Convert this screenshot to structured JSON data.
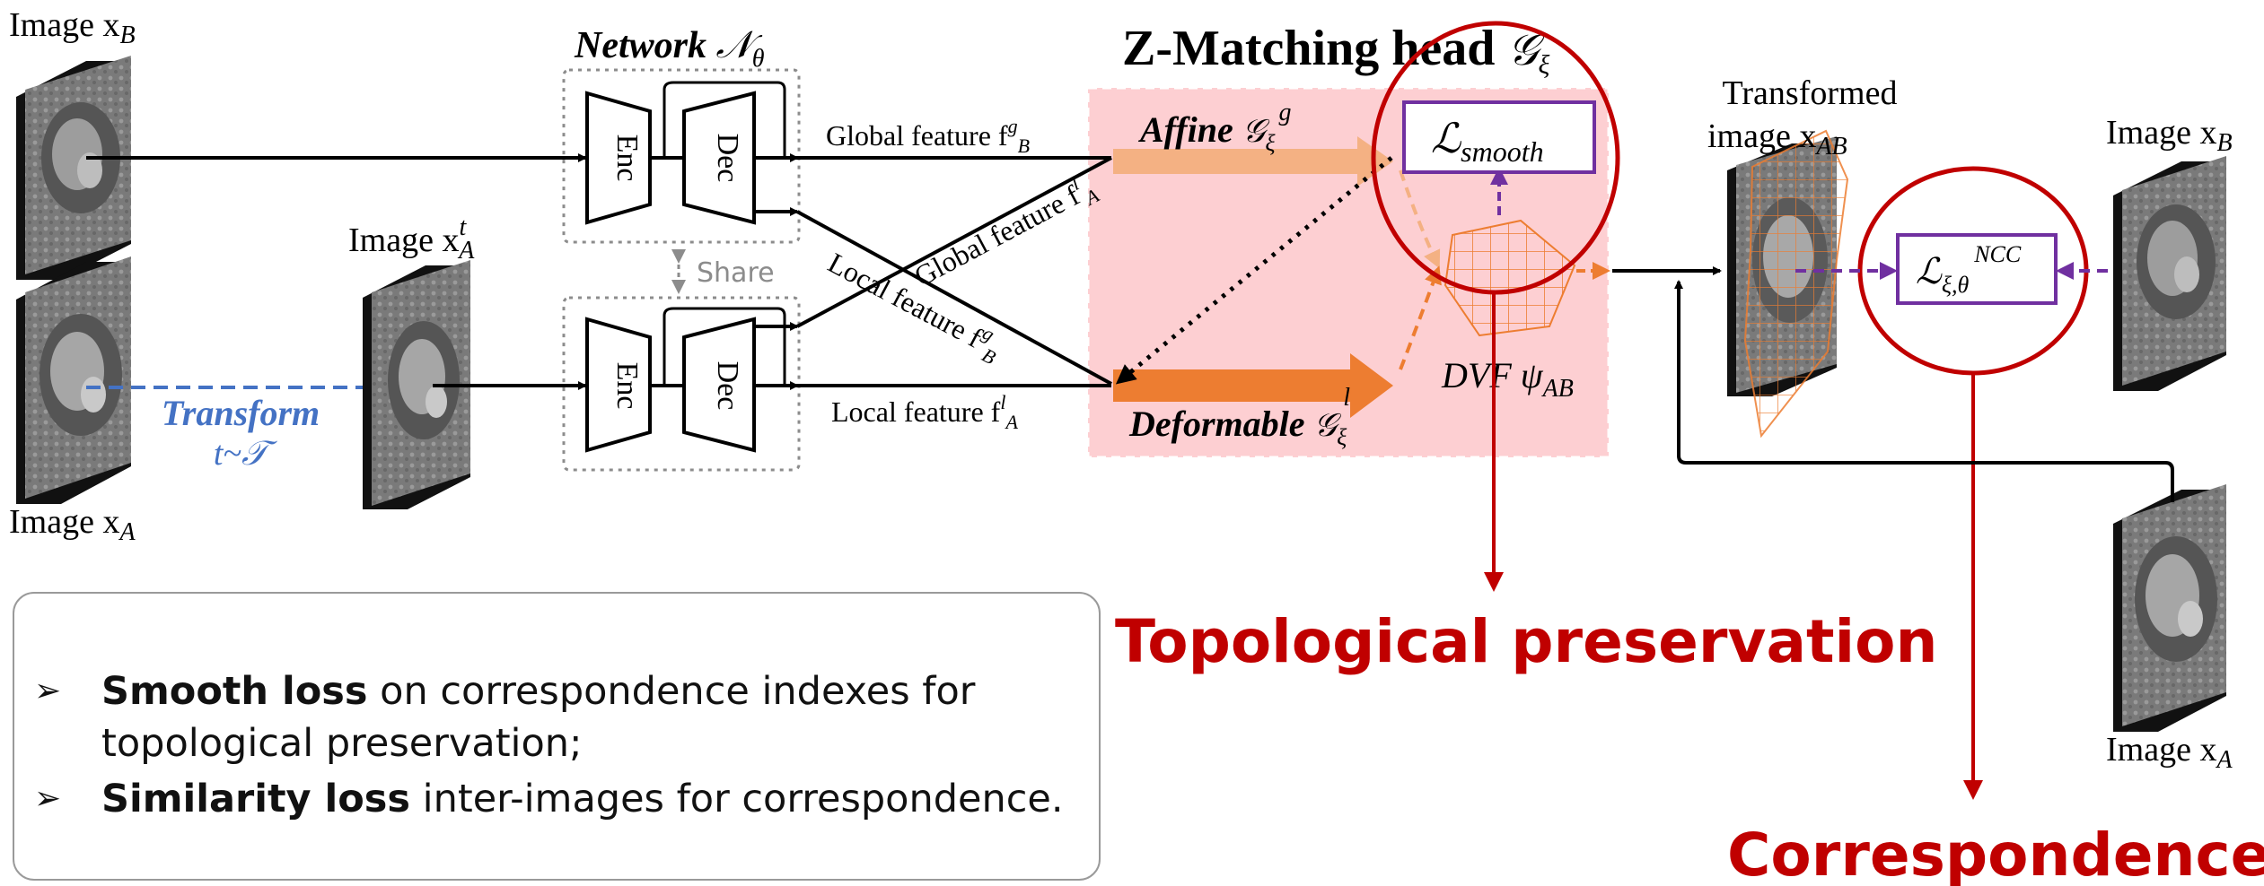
{
  "images": {
    "image_xb_left": "Image x",
    "image_xb_left_sub": "B",
    "image_xa_left": "Image x",
    "image_xa_left_sub": "A",
    "image_xta": "Image x",
    "image_xta_sup": "t",
    "image_xta_sub": "A",
    "transformed_line1": "Transformed",
    "transformed_line2": "image x",
    "transformed_sub": "AB",
    "image_xb_right": "Image x",
    "image_xb_right_sub": "B",
    "image_xa_right": "Image x",
    "image_xa_right_sub": "A"
  },
  "transform": {
    "label": "Transform",
    "sub": "t~𝒯"
  },
  "network": {
    "title": "Network",
    "symbol": "𝒩",
    "symbol_sub": "θ",
    "enc": "Enc",
    "dec": "Dec",
    "share": "Share"
  },
  "features": {
    "global_fgb": "Global feature f",
    "global_fgb_sup": "g",
    "global_fgb_sub": "B",
    "global_fla": "Global feature f",
    "global_fla_sup": "l",
    "global_fla_sub": "A",
    "local_fgb": "Local feature f",
    "local_fgb_sup": "g",
    "local_fgb_sub": "B",
    "local_fla": "Local feature f",
    "local_fla_sup": "l",
    "local_fla_sub": "A"
  },
  "zhead": {
    "title": "Z-Matching head",
    "title_symbol": "𝒢",
    "title_symbol_sub": "ξ",
    "affine": "Affine",
    "affine_symbol": "𝒢",
    "affine_sub": "ξ",
    "affine_sup": "g",
    "deformable": "Deformable",
    "deformable_symbol": "𝒢",
    "deformable_sub": "ξ",
    "deformable_sup": "l",
    "dvf": "DVF",
    "dvf_psi": "ψ",
    "dvf_sub": "AB"
  },
  "losses": {
    "smooth_symbol": "ℒ",
    "smooth_sub": "smooth",
    "ncc_symbol": "ℒ",
    "ncc_sub": "ξ,θ",
    "ncc_sup": "NCC"
  },
  "callouts": {
    "topological": "Topological preservation",
    "correspondence": "Correspondence"
  },
  "legend": {
    "bullet": "➢",
    "item1_bold": "Smooth loss",
    "item1_text": " on correspondence indexes for topological preservation;",
    "item2_bold": "Similarity loss",
    "item2_text": " inter-images for correspondence."
  },
  "colors": {
    "zhead_bg": "#fdcfd2",
    "red": "#c00000",
    "purple": "#7030a0",
    "blue": "#4472c4",
    "orange": "#ed7d31",
    "light_orange": "#f4b183"
  }
}
